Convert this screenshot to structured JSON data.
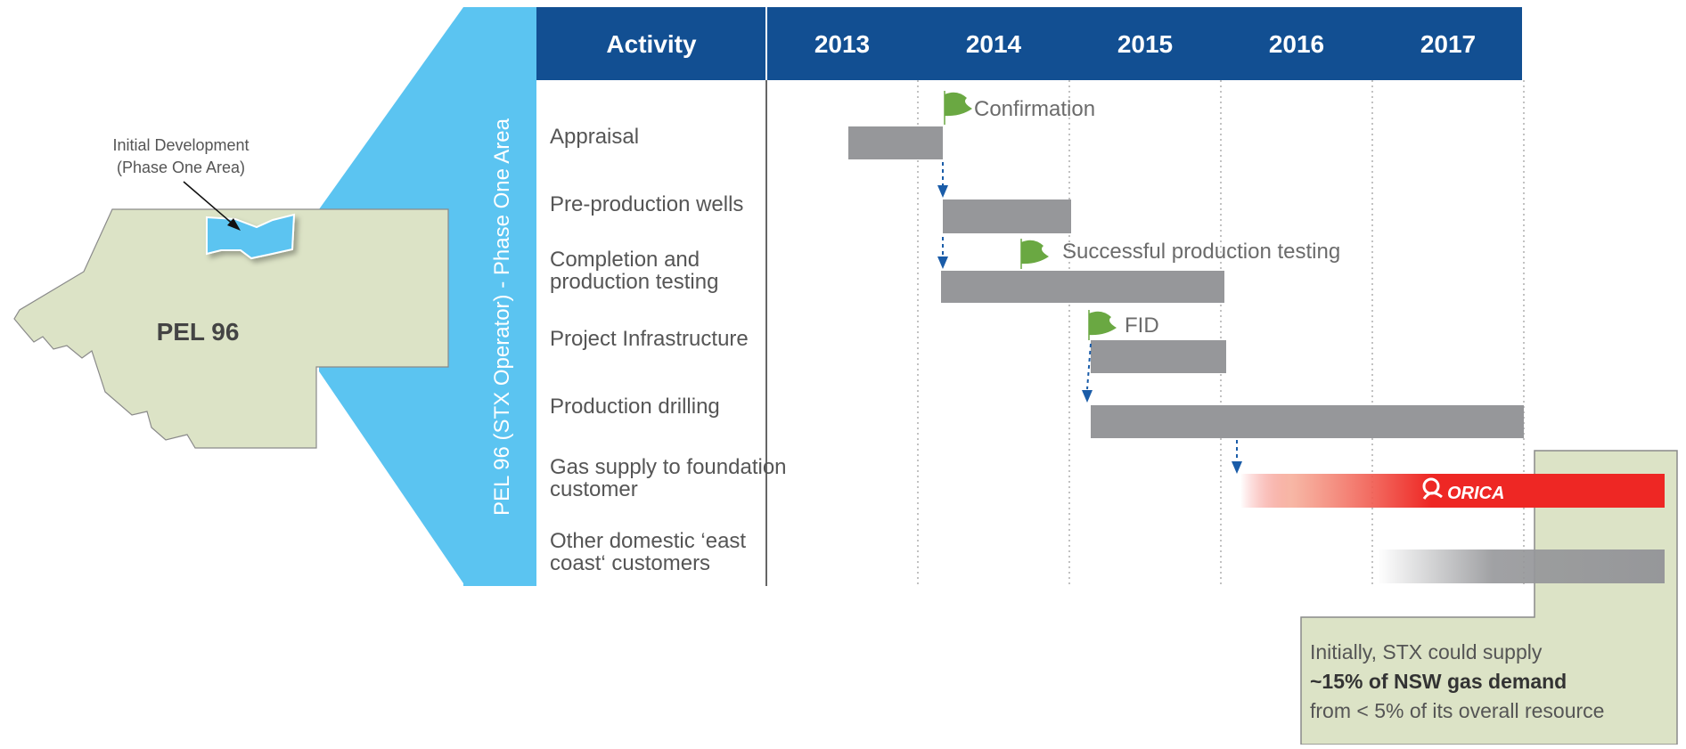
{
  "map": {
    "callout_line1": "Initial Development",
    "callout_line2": "(Phase One Area)",
    "region_label": "PEL 96"
  },
  "side_label": "PEL 96 (STX Operator) - Phase One Area",
  "table": {
    "activity_header": "Activity",
    "years": [
      "2013",
      "2014",
      "2015",
      "2016",
      "2017"
    ]
  },
  "activities": [
    {
      "lines": [
        "Appraisal"
      ]
    },
    {
      "lines": [
        "Pre-production wells"
      ]
    },
    {
      "lines": [
        "Completion and",
        "production testing"
      ]
    },
    {
      "lines": [
        "Project Infrastructure"
      ]
    },
    {
      "lines": [
        "Production drilling"
      ]
    },
    {
      "lines": [
        "Gas supply to foundation",
        "customer"
      ]
    },
    {
      "lines": [
        "Other domestic ‘east",
        "coast‘ customers"
      ]
    }
  ],
  "milestones": [
    {
      "label": "Confirmation"
    },
    {
      "label": "Successful production testing"
    },
    {
      "label": "FID"
    }
  ],
  "customer_logo": "ORICA",
  "note": {
    "line1": "Initially, STX could supply",
    "line2": "~15% of NSW gas demand",
    "line3": "from < 5% of its overall resource"
  },
  "colors": {
    "header_blue": "#124f92",
    "panel_cyan": "#5bc4f1",
    "map_fill": "#dce3c6",
    "bar_gray": "#96979a",
    "flag_green": "#6aa842",
    "orica_red": "#ee2724",
    "arrow_blue": "#1a5ca8"
  }
}
